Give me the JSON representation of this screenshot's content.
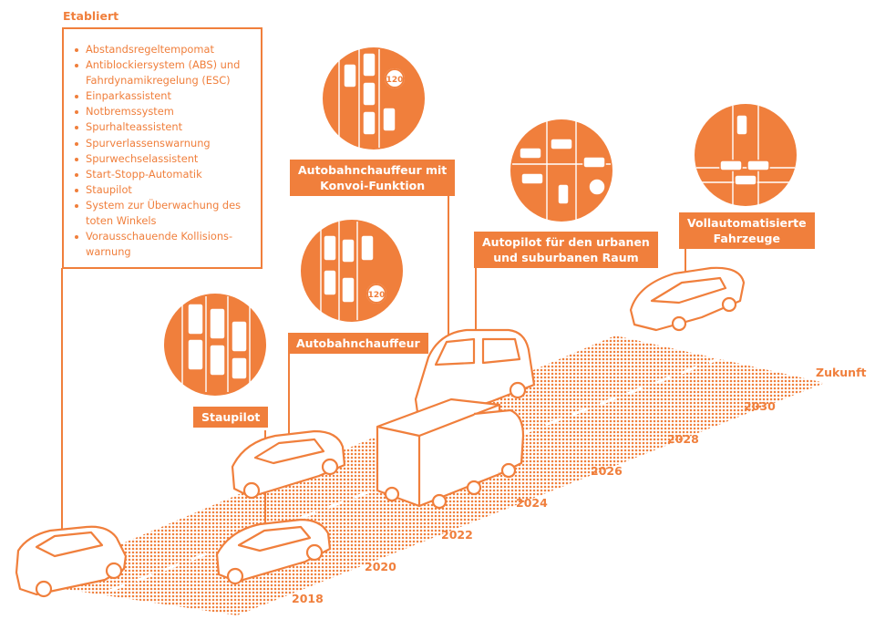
{
  "colors": {
    "accent": "#f07f3c",
    "road_fill": "#fbd5bb",
    "background": "#ffffff"
  },
  "established": {
    "title": "Etabliert",
    "items": [
      "Abstandsregeltempomat",
      "Antiblockiersystem (ABS) und Fahrdynamikregelung (ESC)",
      "Einparkassistent",
      "Notbremssystem",
      "Spurhalteassistent",
      "Spurverlassenswarnung",
      "Spurwechselassistent",
      "Start-Stopp-Automatik",
      "Staupilot",
      "System zur Überwachung des toten Winkels",
      "Vorausschauende Kollisions-warnung"
    ]
  },
  "labels": {
    "staupilot": "Staupilot",
    "autobahnchauffeur": "Autobahnchauffeur",
    "konvoi_line1": "Autobahnchauffeur mit",
    "konvoi_line2": "Konvoi-Funktion",
    "urban_line1": "Autopilot für den urbanen",
    "urban_line2": "und suburbanen Raum",
    "full_line1": "Vollautomatisierte",
    "full_line2": "Fahrzeuge"
  },
  "timeline": {
    "years": [
      "2018",
      "2020",
      "2022",
      "2024",
      "2026",
      "2028",
      "2030"
    ],
    "future_label": "Zukunft"
  },
  "icons": {
    "speed_sign_value": "120",
    "speed_sign_value_2": "120"
  }
}
